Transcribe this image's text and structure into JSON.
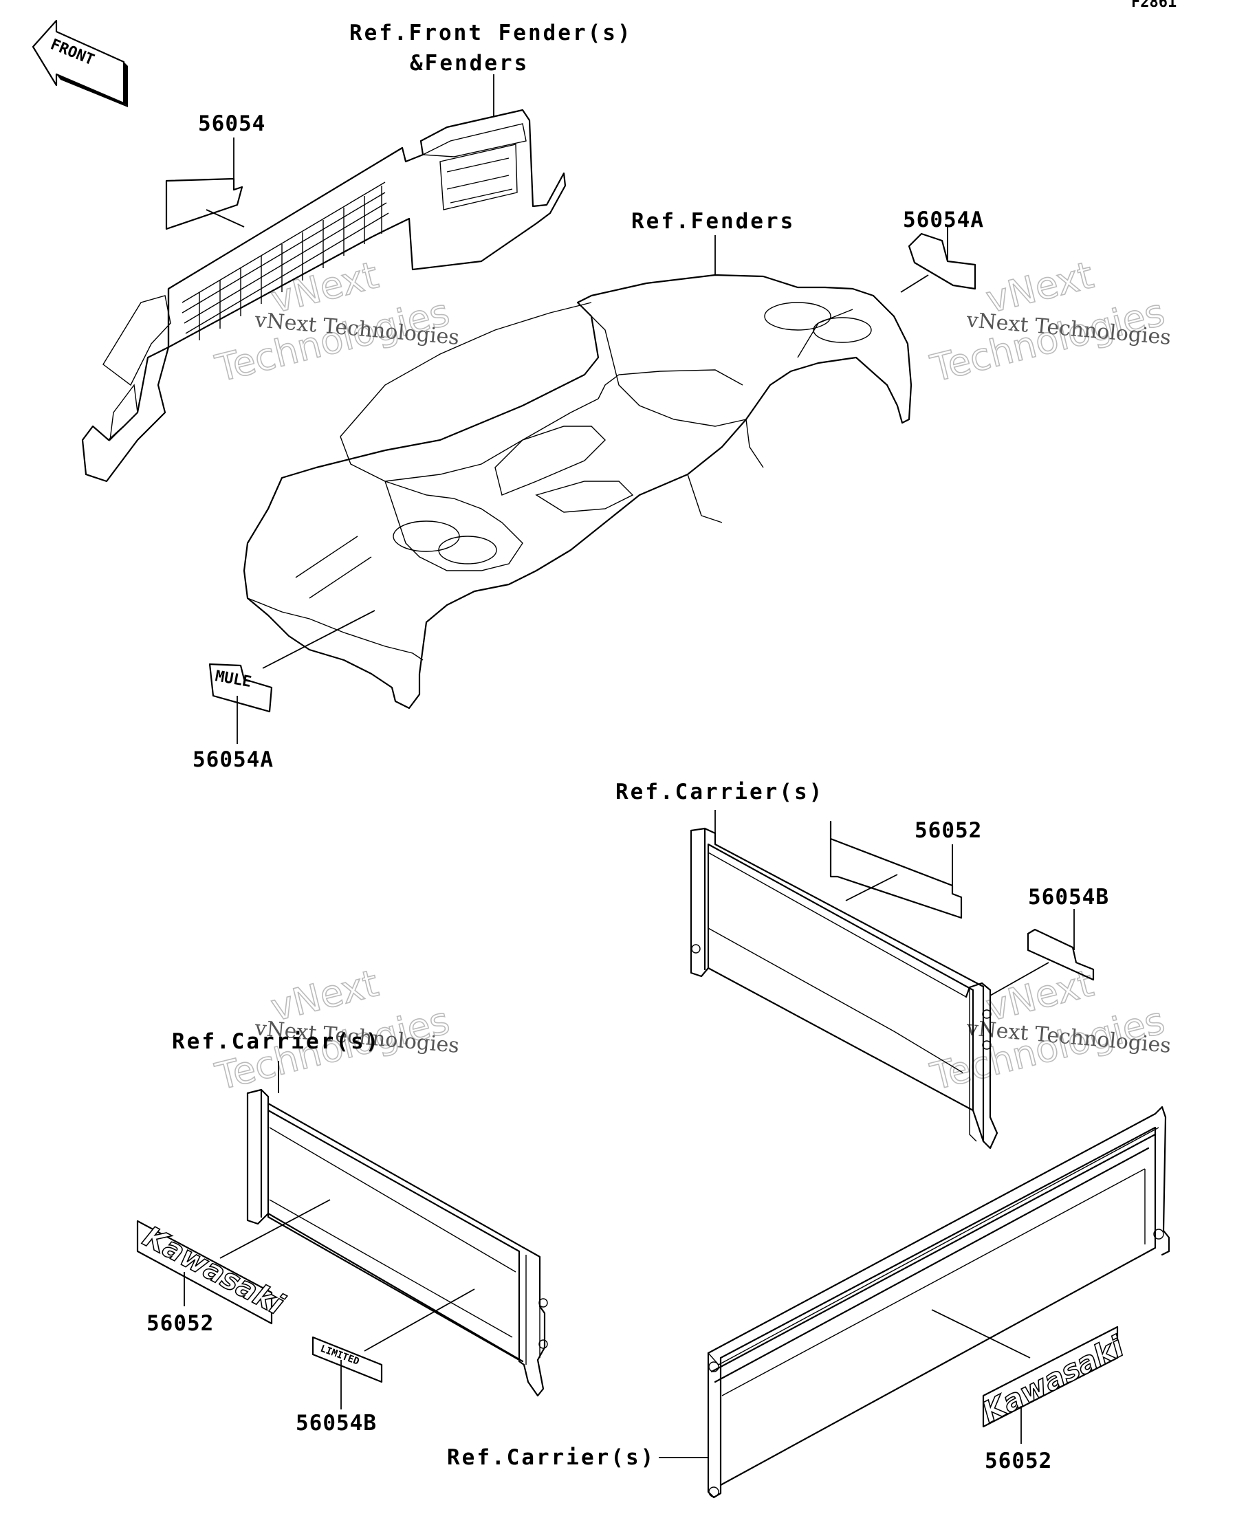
{
  "figure_id": "F2861",
  "front_arrow_text": "FRONT",
  "labels": {
    "ref_front_fender_line1": "Ref.Front Fender(s)",
    "ref_front_fender_line2": "&Fenders",
    "ref_fenders": "Ref.Fenders",
    "ref_carrier_top": "Ref.Carrier(s)",
    "ref_carrier_left": "Ref.Carrier(s)",
    "ref_carrier_bottom": "Ref.Carrier(s)"
  },
  "part_numbers": {
    "p56054_front": "56054",
    "p56054a_right": "56054A",
    "p56054a_left": "56054A",
    "p56052_top": "56052",
    "p56054b_right": "56054B",
    "p56052_left": "56052",
    "p56054b_left": "56054B",
    "p56052_bottom": "56052"
  },
  "decals": {
    "kawasaki_left": "Kawasaki",
    "kawasaki_right": "Kawasaki",
    "mule_logo": "MULE"
  },
  "watermarks": {
    "brand_line1": "vNext",
    "brand_line2": "Technologies",
    "brand_small": "vNext Technologies"
  }
}
